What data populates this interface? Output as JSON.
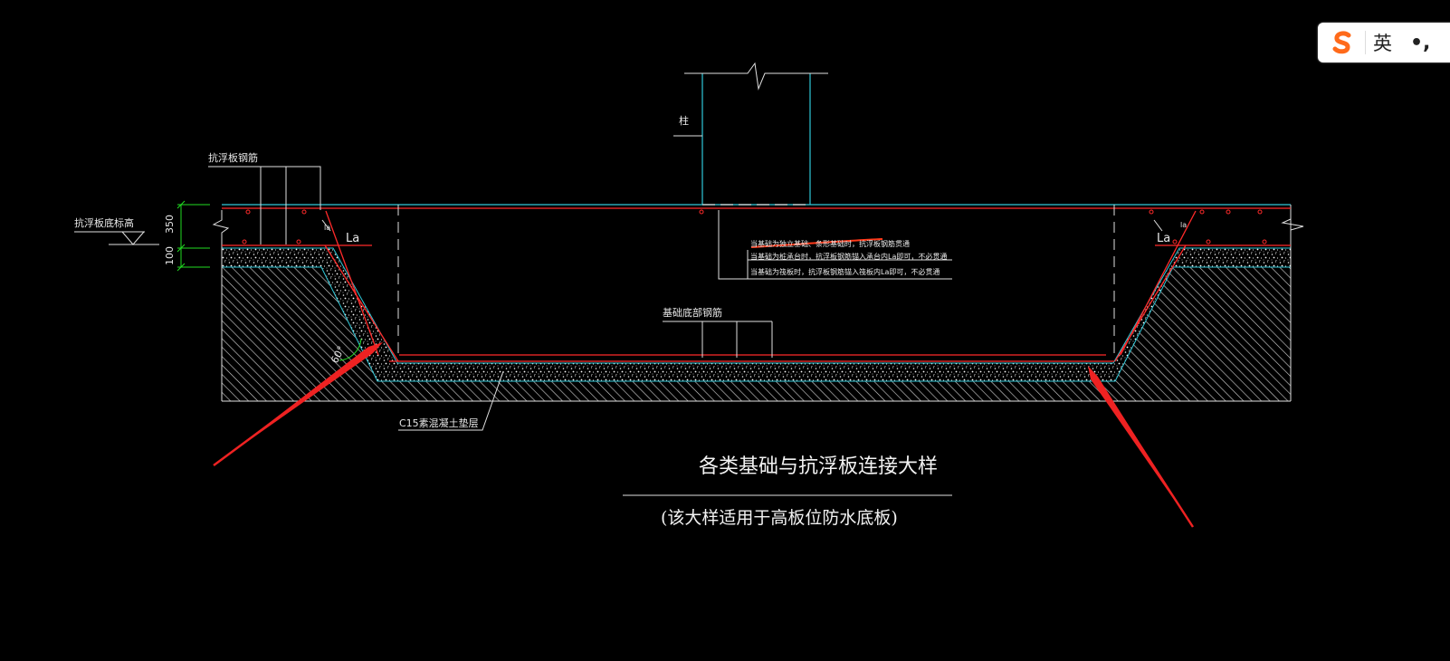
{
  "drawing": {
    "title": "各类基础与抗浮板连接大样",
    "subtitle": "(该大样适用于高板位防水底板)",
    "labels": {
      "rebar_top": "抗浮板钢筋",
      "slab_bottom_elev": "抗浮板底标高",
      "dim_350": "350",
      "dim_100": "100",
      "la_left": "La",
      "la_right": "La",
      "angle": "60°",
      "column": "柱",
      "foundation_rebar": "基础底部钢筋",
      "c15_layer": "C15素混凝土垫层",
      "note_1": "当基础为独立基础、条形基础时，抗浮板钢筋贯通",
      "note_2": "当基础为桩承台时，抗浮板钢筋锚入承台内La即可，不必贯通",
      "note_3": "当基础为筏板时，抗浮板钢筋锚入筏板内La即可，不必贯通"
    }
  },
  "ime": {
    "logo_icon": "sogou-s-icon",
    "language": "英",
    "punctuation": "•,"
  },
  "colors": {
    "background": "#000000",
    "rebar_red": "#ff2a2a",
    "outline_cyan": "#30c8d8",
    "dim_green": "#22dd22",
    "arrow_red": "#ee2222",
    "text": "#e8e8e8"
  }
}
